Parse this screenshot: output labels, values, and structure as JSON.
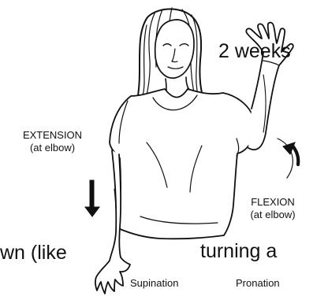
{
  "texts": {
    "top_right": "2 weeks",
    "bottom_left": "wn (like",
    "bottom_right": "turning a",
    "extension_title": "EXTENSION",
    "extension_sub": "(at elbow)",
    "flexion_title": "FLEXION",
    "flexion_sub": "(at elbow)",
    "supination": "Supination",
    "pronation": "Pronation"
  },
  "colors": {
    "background": "#ffffff",
    "ink": "#111111"
  },
  "icons": {
    "downward_arrow": "down-arrow-icon",
    "curved_arrow": "curved-arrow-icon"
  }
}
